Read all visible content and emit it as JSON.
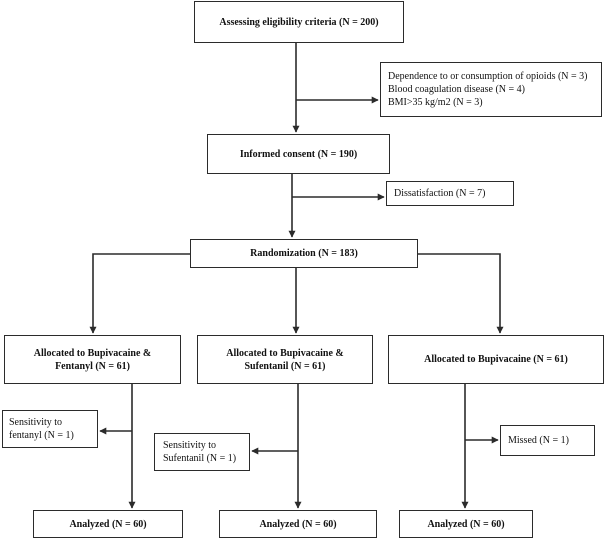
{
  "boxes": {
    "eligibility": "Assessing eligibility criteria (N = 200)",
    "exclusion": [
      "Dependence to or consumption of opioids (N = 3)",
      "Blood coagulation disease (N = 4)",
      "BMI>35 kg/m2 (N = 3)"
    ],
    "consent": "Informed consent (N = 190)",
    "dissatisfaction": "Dissatisfaction (N = 7)",
    "randomization": "Randomization (N = 183)",
    "groups": [
      {
        "allocated": [
          "Allocated to Bupivacaine &",
          "Fentanyl (N = 61)"
        ],
        "loss": [
          "Sensitivity to",
          "fentanyl (N = 1)"
        ],
        "analyzed": "Analyzed (N = 60)"
      },
      {
        "allocated": [
          "Allocated to Bupivacaine &",
          "Sufentanil (N = 61)"
        ],
        "loss": [
          "Sensitivity to",
          "Sufentanil (N = 1)"
        ],
        "analyzed": "Analyzed (N = 60)"
      },
      {
        "allocated": [
          "Allocated to Bupivacaine (N = 61)"
        ],
        "loss": [
          "Missed (N = 1)"
        ],
        "analyzed": "Analyzed (N = 60)"
      }
    ]
  },
  "colors": {
    "line": "#2b2b2b",
    "text": "#111111",
    "background": "#ffffff"
  }
}
